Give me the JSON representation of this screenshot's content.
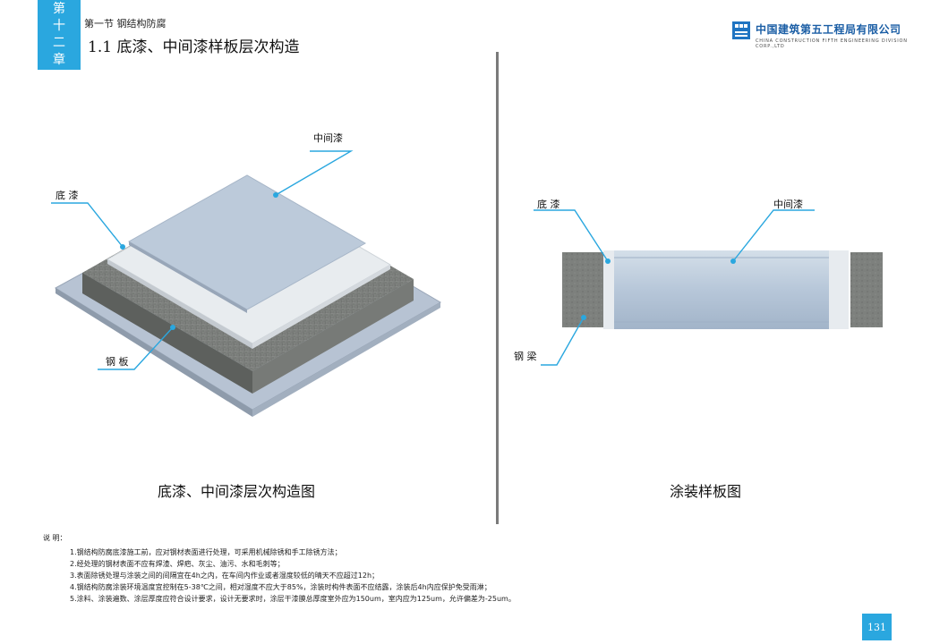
{
  "chapter": {
    "chars": [
      "第",
      "十",
      "二",
      "章"
    ]
  },
  "section_label": "第一节 钢结构防腐",
  "page_heading": "1.1 底漆、中间漆样板层次构造",
  "logo": {
    "cn": "中国建筑第五工程局有限公司",
    "en": "CHINA CONSTRUCTION FIFTH ENGINEERING DIVISION CORP.,LTD",
    "mark": "中国建筑"
  },
  "left_diagram": {
    "labels": {
      "intermediate": "中间漆",
      "primer": "底 漆",
      "steel_plate": "钢 板"
    },
    "caption": "底漆、中间漆层次构造图"
  },
  "right_diagram": {
    "labels": {
      "primer": "底 漆",
      "intermediate": "中间漆",
      "steel_beam": "钢 梁"
    },
    "caption": "涂装样板图"
  },
  "notes": {
    "title": "说 明：",
    "items": [
      "1.钢结构防腐底漆施工前，应对钢材表面进行处理，可采用机械除锈和手工除锈方法；",
      "2.经处理的钢材表面不应有焊渣、焊疤、灰尘、油污、水和毛刺等；",
      "3.表面除锈处理与涂装之间的间隔宜在4h之内，在车间内作业或者湿度较低的晴天不应超过12h；",
      "4.钢结构防腐涂装环境温度宜控制在5-38℃之间，相对湿度不应大于85%，涂装时构件表面不应结露，涂装后4h内应保护免受雨淋；",
      "5.涂料、涂装遍数、涂层厚度应符合设计要求，设计无要求时，涂层干漆膜总厚度室外应为150um，室内应为125um，允许偏差为-25um。"
    ]
  },
  "page_number": "131",
  "colors": {
    "accent": "#2aa7df",
    "leader": "#2aa7df",
    "divider": "#7a7a7a"
  }
}
